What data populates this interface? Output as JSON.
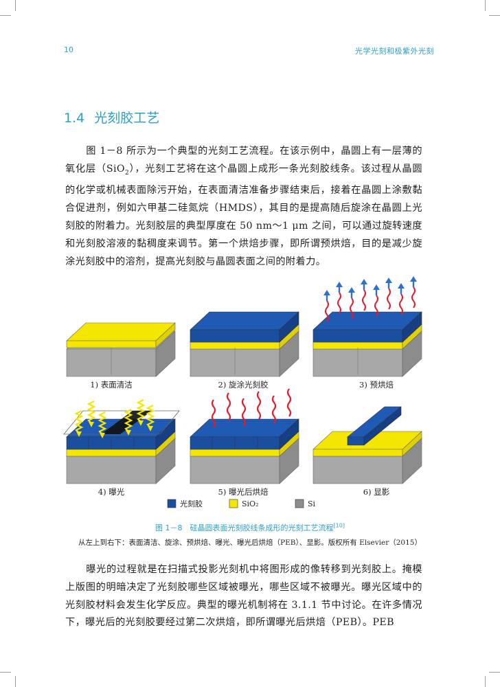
{
  "header": {
    "page_number": "10",
    "running_title": "光学光刻和极紫外光刻"
  },
  "section": {
    "number": "1.4",
    "title": "光刻胶工艺"
  },
  "paragraph_1": {
    "a": "图 1－8 所示为一个典型的光刻工艺流程。在该示例中，晶圆上有一层薄的氧化层（SiO",
    "sub": "2",
    "b": "），光刻工艺将在这个晶圆上成形一条光刻胶线条。该过程从晶圆的化学或机械表面除污开始，在表面清洁准备步骤结束后，接着在晶圆上涂敷黏合促进剂，例如六甲基二硅氮烷（HMDS），其目的是提高随后旋涂在晶圆上光刻胶的附着力。光刻胶层的典型厚度在 50 nm～1 μm 之间，可以通过旋转速度和光刻胶溶液的黏稠度来调节。第一个烘焙步骤，即所谓预烘焙，目的是减少旋涂光刻胶中的溶剂，提高光刻胶与晶圆表面之间的附着力。"
  },
  "figure": {
    "panels": [
      {
        "caption": "1) 表面清洁"
      },
      {
        "caption": "2) 旋涂光刻胶"
      },
      {
        "caption": "3) 预烘焙"
      },
      {
        "caption": "4) 曝光"
      },
      {
        "caption": "5) 曝光后烘焙"
      },
      {
        "caption": "6) 显影"
      }
    ],
    "legend": [
      {
        "label": "光刻胶",
        "color": "#1a4fa0"
      },
      {
        "label": "SiO₂",
        "color": "#f5e600"
      },
      {
        "label": "Si",
        "color": "#8c8c8c"
      }
    ],
    "colors": {
      "resist_top": "#1f5bb5",
      "resist_front": "#1a4fa0",
      "oxide": "#f5e600",
      "silicon_top": "#b3b3b3",
      "silicon_front": "#a8a8a8",
      "silicon_side": "#8c8c8c",
      "heat": "#e8192c",
      "solvent_arrow": "#2f6fd0",
      "light": "#f5e600"
    },
    "caption": "图 1－8　硅晶圆表面光刻胶线条成形的光刻工艺流程",
    "caption_ref": "[10]",
    "note": "从左上到右下：表面清洁、旋涂、预烘焙、曝光、曝光后烘焙（PEB）、显影。版权所有 Elsevier（2015）"
  },
  "paragraph_2": {
    "text": "曝光的过程就是在扫描式投影光刻机中将图形成的像转移到光刻胶上。掩模上版图的明暗决定了光刻胶哪些区域被曝光，哪些区域不被曝光。曝光区域中的光刻胶材料会发生化学反应。典型的曝光机制将在 3.1.1 节中讨论。在许多情况下，曝光后的光刻胶要经过第二次烘焙，即所谓曝光后烘焙（PEB）。PEB"
  }
}
